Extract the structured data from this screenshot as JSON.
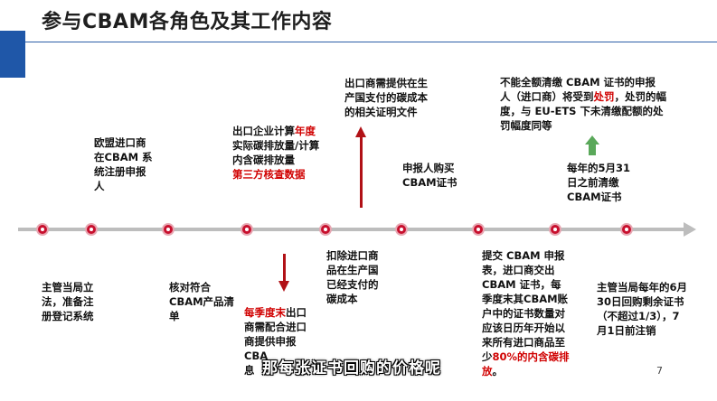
{
  "slide": {
    "title": "参与CBAM各角色及其工作内容",
    "page_number": "7",
    "subtitle_caption": "那每张证书回购的价格呢"
  },
  "colors": {
    "accent_red": "#c8102e",
    "arrow_red": "#b11116",
    "green_arrow": "#5aa85a",
    "title_bar_blue": "#1f57a8"
  },
  "above": {
    "eu_importer": "欧盟进口商\n在CBAM 系\n统注册申报\n人",
    "exporter_calc_a": "出口企业计算",
    "exporter_calc_year": "年度",
    "exporter_calc_b": "\n实际碳排放量/计算\n内含碳排放量\n",
    "exporter_calc_verify": "第三方核查数据",
    "proof_docs": "出口商需提供在生\n产国支付的碳成本\n的相关证明文件",
    "buy_cert": "申报人购买\nCBAM证书",
    "penalty_a": "不能全额清缴 CBAM 证书的申报\n人（进口商）将受到",
    "penalty_red": "处罚",
    "penalty_b": "，处罚的幅\n度，与 EU-ETS 下未清缴配额的处\n罚幅度同等",
    "surrender_may": "每年的5月31\n日之前清缴\nCBAM证书"
  },
  "below": {
    "authority_setup": "主管当局立\n法，准备注\n册登记系统",
    "verify_products": "核对符合\nCBAM产品清\n单",
    "quarter_red": "每季度末",
    "quarter_rest_a": "出口",
    "quarter_rest_b": "\n商需配合进口\n商提供申报\nCBA\n息",
    "deduct_cost": "扣除进口商\n品在生产国\n已经支付的\n碳成本",
    "submit_a": "提交 CBAM 申报\n表，进口商交出\nCBAM 证书，每\n季度末其CBAM账\n户中的证书数量对\n应该日历年开始以\n来所有进口商品至\n少",
    "submit_red": "80%的内含碳排\n放",
    "submit_end": "。",
    "buyback": "主管当局每年的6月\n30日回购剩余证书\n（不超过1/3），7\n月1日前注销"
  }
}
